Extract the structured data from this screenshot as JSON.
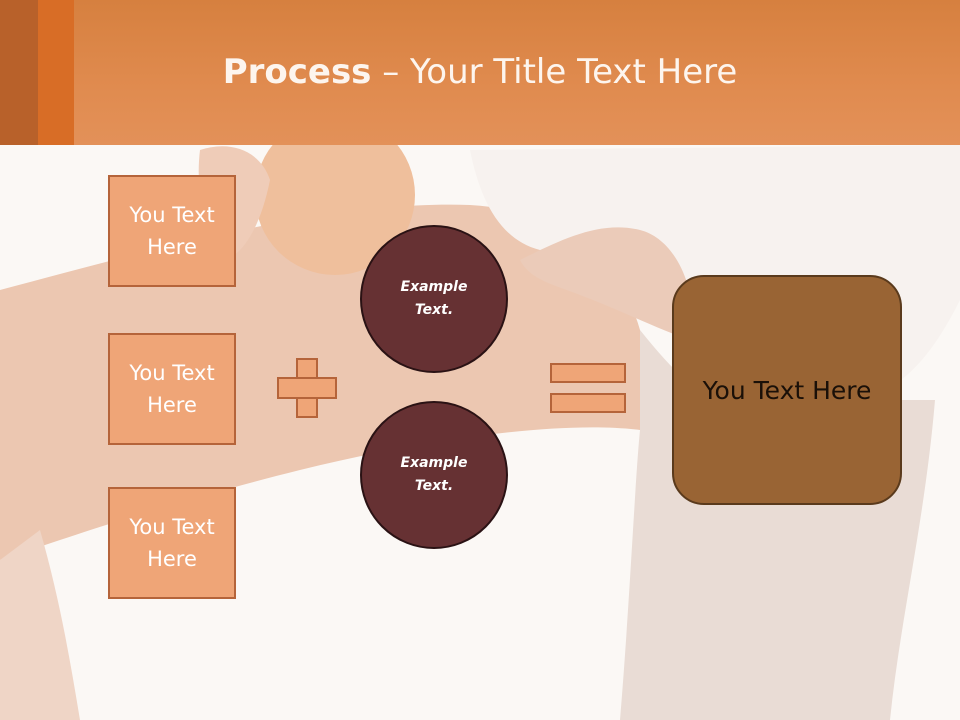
{
  "title": {
    "bold": "Process",
    "rest": " – Your Title Text Here"
  },
  "boxes": [
    {
      "label": "You Text Here"
    },
    {
      "label": "You Text Here"
    },
    {
      "label": "You Text Here"
    }
  ],
  "circles": [
    {
      "label": "Example Text."
    },
    {
      "label": "Example Text."
    }
  ],
  "result": {
    "label": "You Text Here"
  },
  "colors": {
    "header": "#e08b4f",
    "box_fill": "#efa577",
    "circle_fill": "#663133",
    "result_fill": "#996434"
  }
}
